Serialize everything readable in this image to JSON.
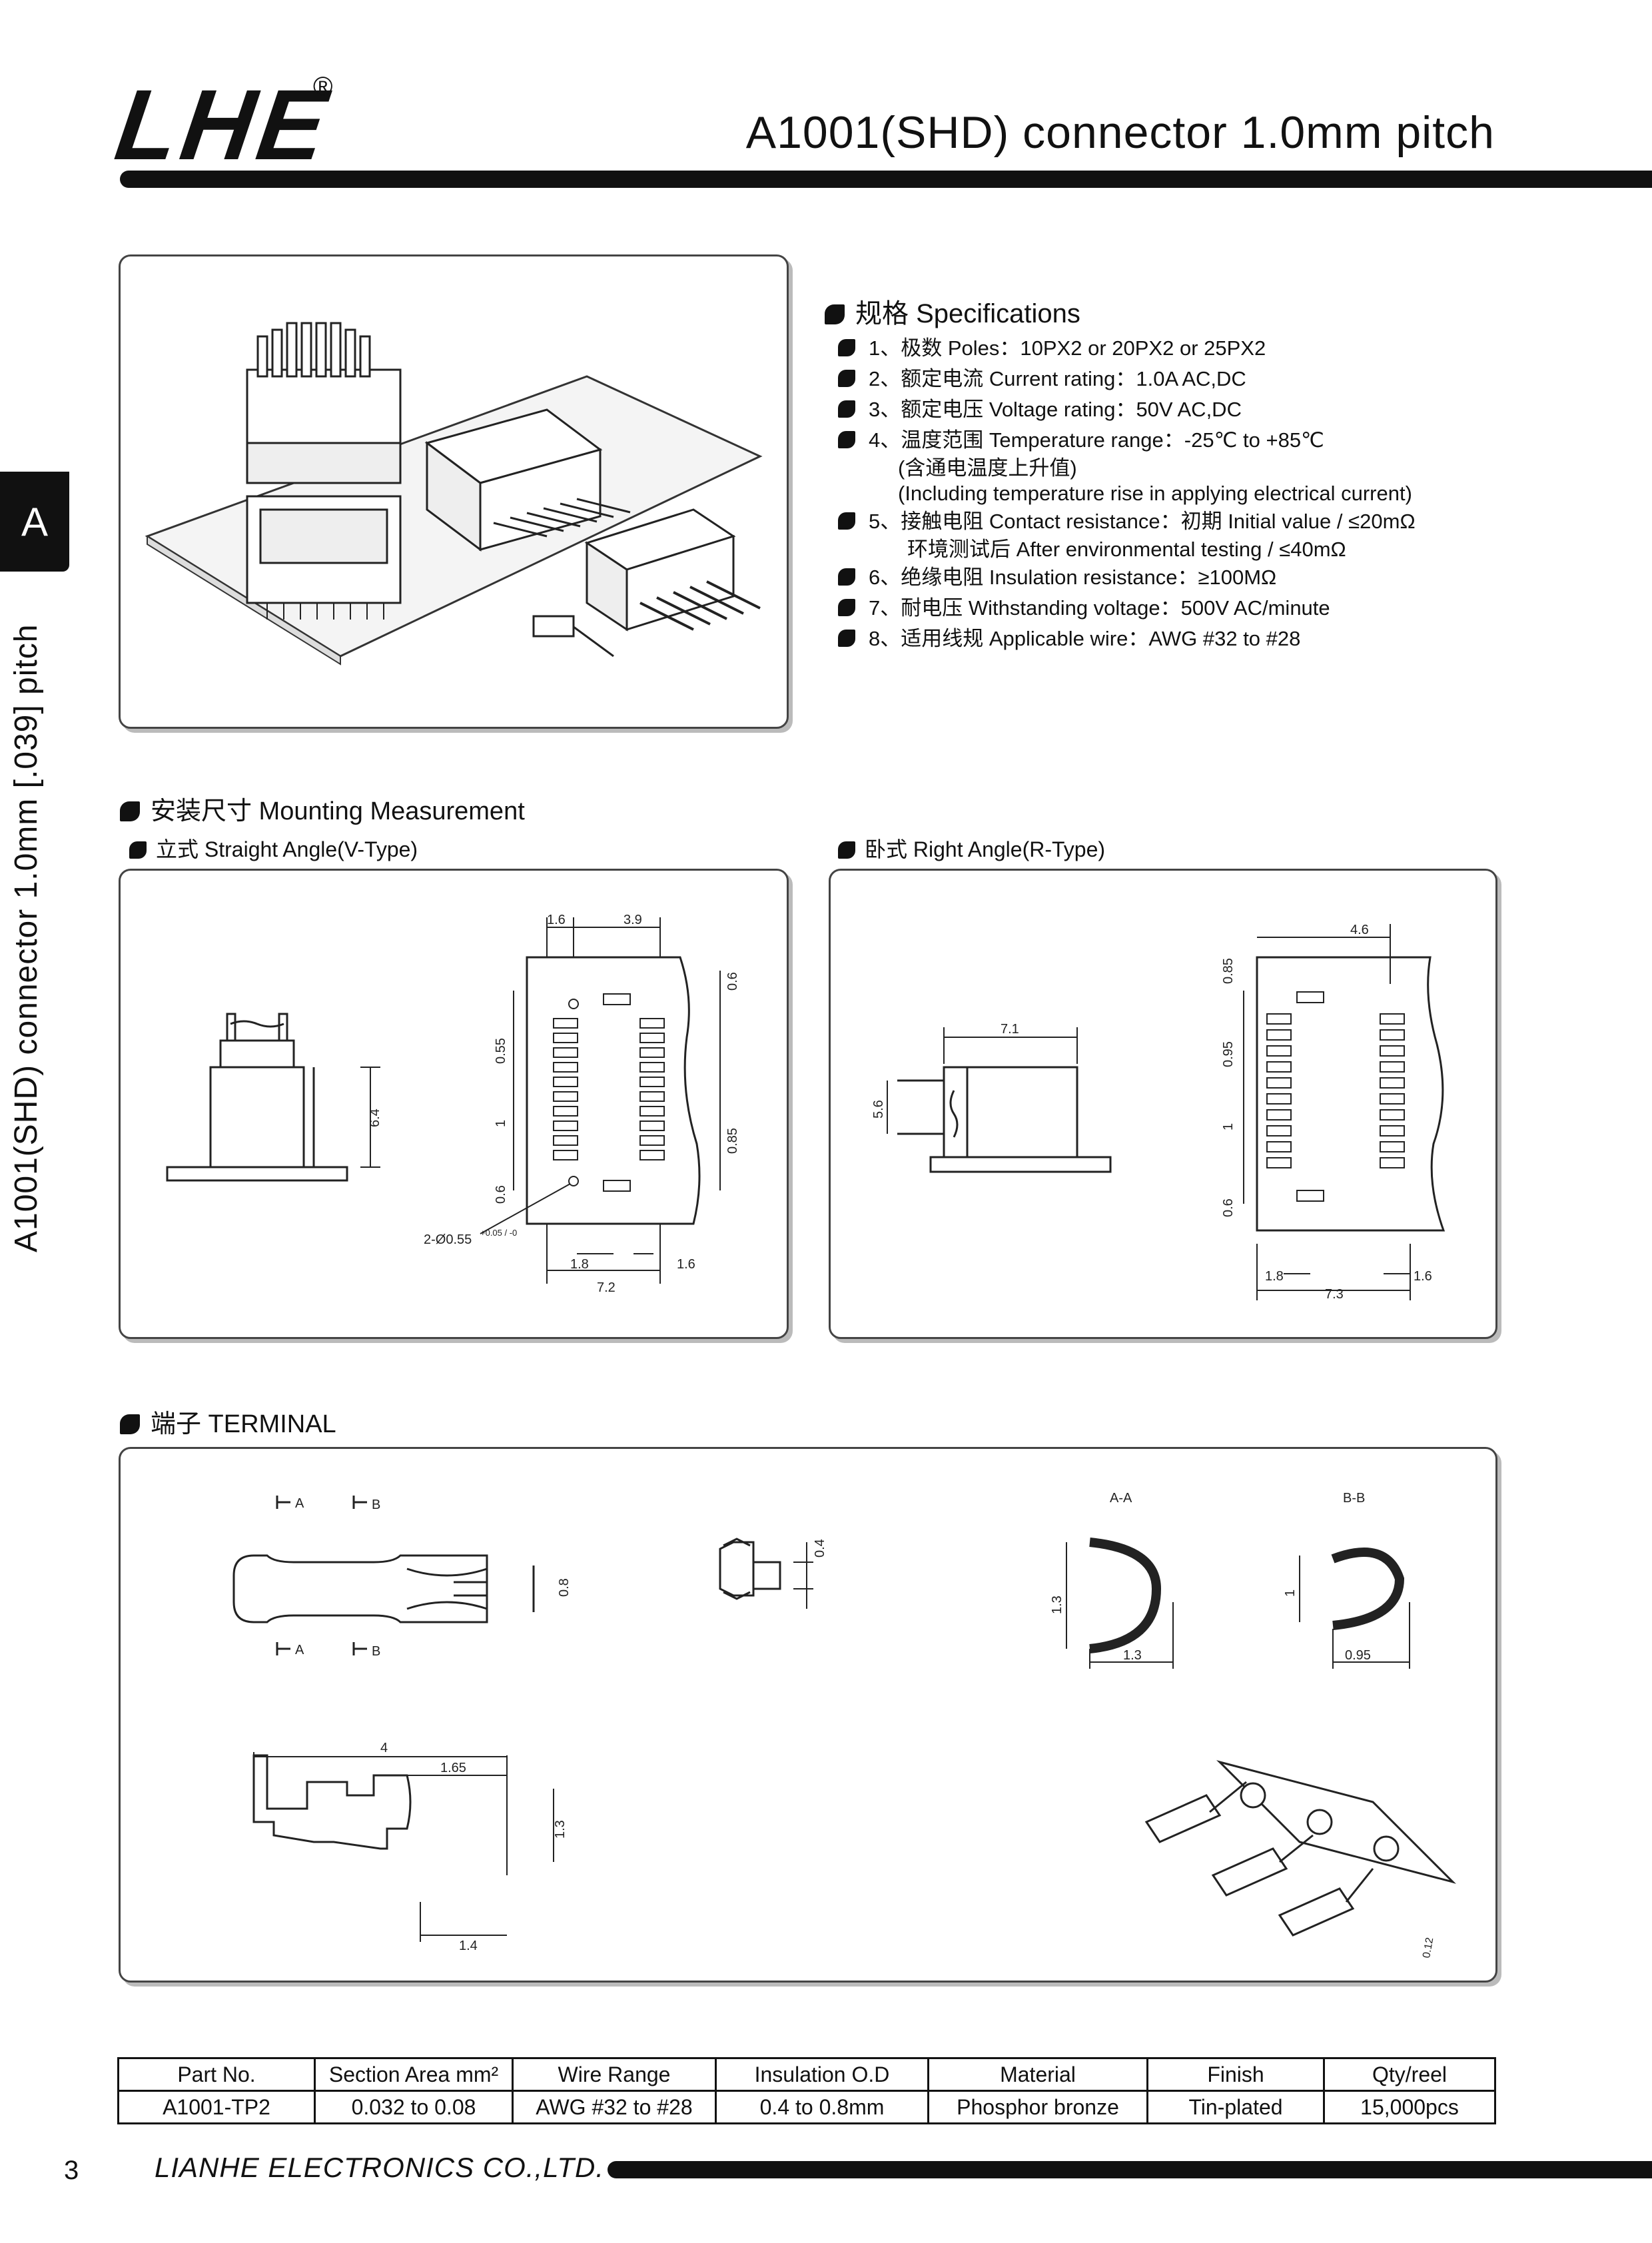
{
  "header": {
    "logo": "LHE",
    "registered": "®",
    "title": "A1001(SHD) connector 1.0mm pitch"
  },
  "side": {
    "tab": "A",
    "text": "A1001(SHD) connector 1.0mm [.039] pitch"
  },
  "specs": {
    "heading": "规格 Specifications",
    "items": [
      {
        "line": "1、极数 Poles：10PX2 or 20PX2 or 25PX2"
      },
      {
        "line": "2、额定电流 Current rating：1.0A  AC,DC"
      },
      {
        "line": "3、额定电压 Voltage rating：50V  AC,DC"
      },
      {
        "line": "4、温度范围 Temperature range：-25℃ to +85℃",
        "sub": [
          "(含通电温度上升值)",
          "(Including temperature rise in applying electrical current)"
        ]
      },
      {
        "line": "5、接触电阻 Contact resistance：初期 Initial value / ≤20mΩ",
        "sub": [
          "环境测试后 After environmental testing / ≤40mΩ"
        ]
      },
      {
        "line": "6、绝缘电阻 Insulation resistance：≥100MΩ"
      },
      {
        "line": "7、耐电压 Withstanding voltage：500V AC/minute"
      },
      {
        "line": "8、适用线规 Applicable wire：AWG #32 to #28"
      }
    ]
  },
  "mounting": {
    "heading": "安装尺寸 Mounting Measurement",
    "straight": {
      "label": "立式 Straight Angle(V-Type)",
      "dims": {
        "top_left": "1.6",
        "top_right": "3.9",
        "right_top": "0.6",
        "left_a": "0.55",
        "left_b": "1",
        "left_c": "0.6",
        "right_b": "0.85",
        "height": "6.4",
        "bot_left": "1.8",
        "bot_right": "1.6",
        "bot_total": "7.2",
        "hole": "2-Ø0.55",
        "hole_tol": "+0.05 / -0"
      }
    },
    "right": {
      "label": "卧式 Right Angle(R-Type)",
      "dims": {
        "top": "4.6",
        "left_a": "0.85",
        "left_b": "0.95",
        "left_c": "1",
        "left_d": "0.6",
        "len": "7.1",
        "height": "5.6",
        "bot_left": "1.8",
        "bot_right": "1.6",
        "bot_total": "7.3"
      }
    }
  },
  "terminal": {
    "heading": "端子 TERMINAL",
    "dims": {
      "a": "A",
      "b": "B",
      "w": "0.8",
      "top_h": "0.4",
      "sec_aa": "A-A",
      "sec_bb": "B-B",
      "aa_h": "1.3",
      "aa_w": "1.3",
      "bb_h": "1",
      "bb_w": "0.95",
      "len": "4",
      "len2": "1.65",
      "h": "1.3",
      "tail": "1.4",
      "thick": "0.12"
    }
  },
  "table": {
    "headers": [
      "Part No.",
      "Section Area mm²",
      "Wire Range",
      "Insulation O.D",
      "Material",
      "Finish",
      "Qty/reel"
    ],
    "row": [
      "A1001-TP2",
      "0.032 to 0.08",
      "AWG #32 to #28",
      "0.4 to 0.8mm",
      "Phosphor bronze",
      "Tin-plated",
      "15,000pcs"
    ]
  },
  "footer": {
    "page": "3",
    "company": "LIANHE ELECTRONICS CO.,LTD."
  }
}
